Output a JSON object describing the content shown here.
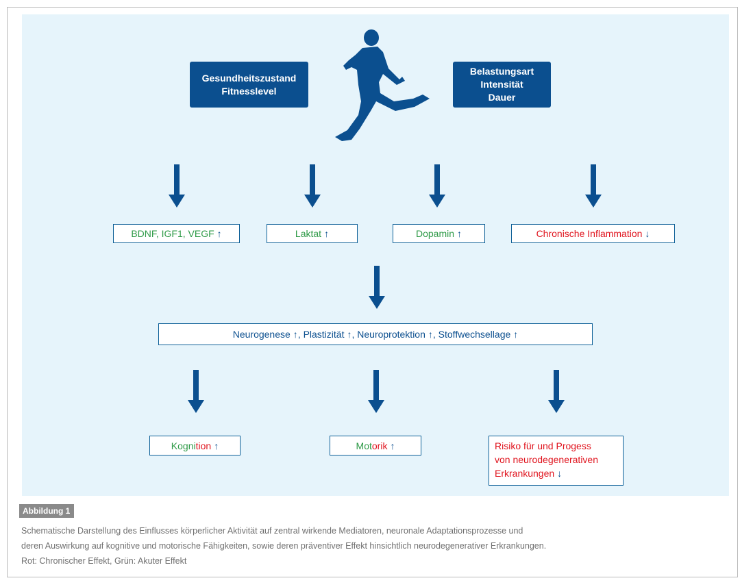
{
  "factors_left": {
    "line1": "Gesundheitszustand",
    "line2": "Fitnesslevel"
  },
  "factors_right": {
    "line1": "Belastungsart",
    "line2": "Intensität",
    "line3": "Dauer"
  },
  "runner_icon": "running-person-icon",
  "arrow_up": "↑",
  "arrow_down": "↓",
  "mediators": {
    "bdnf": "BDNF, IGF1, VEGF",
    "laktat": "Laktat",
    "dopamin": "Dopamin",
    "inflammation": "Chronische Inflammation"
  },
  "processes": {
    "neurogenese": "Neurogenese",
    "plastizitaet": "Plastizität",
    "neuroprotektion": "Neuroprotektion",
    "stoffwechsellage": "Stoffwechsellage",
    "sep": ","
  },
  "outcomes": {
    "kognition_green": "Kogni",
    "kognition_red": "tion",
    "motorik_green": "Mot",
    "motorik_red": "orik",
    "risk_line1": "Risiko für und Progess",
    "risk_line2": "von neurodegenerativen",
    "risk_line3": "Erkrankungen"
  },
  "colors": {
    "primary": "#0b4f8f",
    "acute": "#2e9a47",
    "chronic": "#e0141e",
    "panel": "#e6f4fb"
  },
  "caption": {
    "tag": "Abbildung 1",
    "line1": "Schematische Darstellung des Einflusses körperlicher Aktivität auf zentral wirkende Mediatoren, neuronale Adaptationsprozesse und",
    "line2": "deren Auswirkung auf kognitive und motorische Fähigkeiten, sowie deren präventiver Effekt hinsichtlich neurodegenerativer Erkrankungen.",
    "line3": "Rot: Chronischer Effekt, Grün: Akuter Effekt"
  }
}
